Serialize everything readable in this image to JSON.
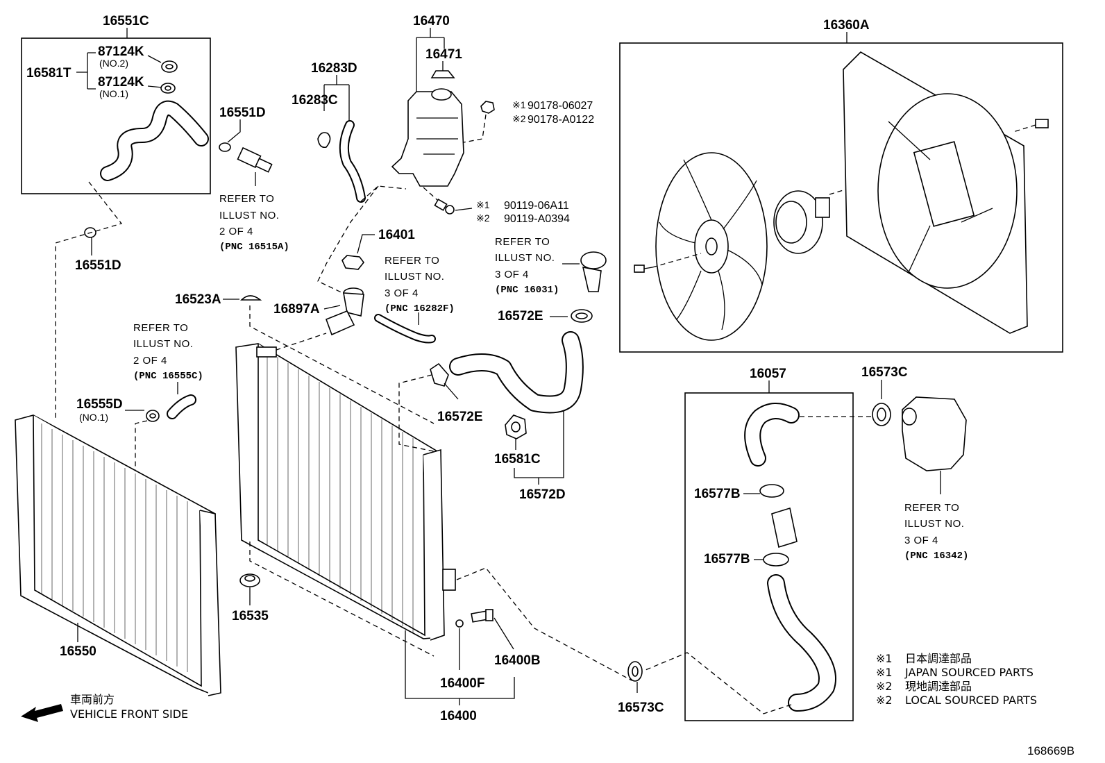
{
  "parts": {
    "p16551C": "16551C",
    "p87124K_a": "87124K",
    "p87124K_a_sub": "(NO.2)",
    "p16581T": "16581T",
    "p87124K_b": "87124K",
    "p87124K_b_sub": "(NO.1)",
    "p16551D_top": "16551D",
    "p16551D_bot": "16551D",
    "p16283D": "16283D",
    "p16283C": "16283C",
    "p16470": "16470",
    "p16471": "16471",
    "p16360A": "16360A",
    "p16401": "16401",
    "p16523A": "16523A",
    "p16897A": "16897A",
    "p16572E_a": "16572E",
    "p16572E_b": "16572E",
    "p16555D": "16555D",
    "p16555D_sub": "(NO.1)",
    "p16581C": "16581C",
    "p16572D": "16572D",
    "p16057": "16057",
    "p16573C_a": "16573C",
    "p16573C_b": "16573C",
    "p16577B_a": "16577B",
    "p16577B_b": "16577B",
    "p16535": "16535",
    "p16550": "16550",
    "p16400B": "16400B",
    "p16400F": "16400F",
    "p16400": "16400"
  },
  "bolts": {
    "b1_prefix": "※1",
    "b1_pn": "90178-06027",
    "b2_prefix": "※2",
    "b2_pn": "90178-A0122",
    "c1_prefix": "※1",
    "c1_pn": "90119-06A11",
    "c2_prefix": "※2",
    "c2_pn": "90119-A0394"
  },
  "refs": {
    "r1": [
      "REFER TO",
      "ILLUST NO.",
      "2 OF 4",
      "(PNC 16515A)"
    ],
    "r2": [
      "REFER TO",
      "ILLUST NO.",
      "3 OF 4",
      "(PNC 16282F)"
    ],
    "r3": [
      "REFER TO",
      "ILLUST NO.",
      "3 OF 4",
      "(PNC 16031)"
    ],
    "r4": [
      "REFER TO",
      "ILLUST NO.",
      "2 OF 4",
      "(PNC 16555C)"
    ],
    "r5": [
      "REFER TO",
      "ILLUST NO.",
      "3 OF 4",
      "(PNC 16342)"
    ]
  },
  "legend": [
    {
      "mark": "※1",
      "text": "日本調達部品"
    },
    {
      "mark": "※1",
      "text": "JAPAN SOURCED PARTS"
    },
    {
      "mark": "※2",
      "text": "現地調達部品"
    },
    {
      "mark": "※2",
      "text": "LOCAL SOURCED PARTS"
    }
  ],
  "front": {
    "jp": "車両前方",
    "en": "VEHICLE FRONT SIDE"
  },
  "illustration_id": "168669B"
}
